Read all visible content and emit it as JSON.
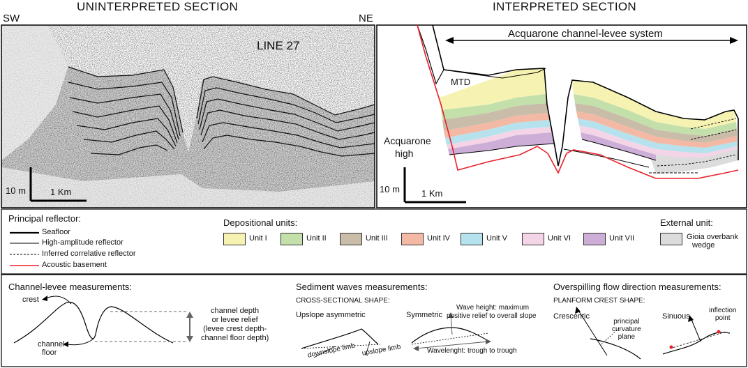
{
  "header": {
    "left_title": "UNINTERPRETED SECTION",
    "right_title": "INTERPRETED SECTION",
    "sw": "SW",
    "ne": "NE"
  },
  "left_panel": {
    "line_label": "LINE 27",
    "scale_v": "10 m",
    "scale_h": "1 Km"
  },
  "right_panel": {
    "system_label": "Acquarone channel-levee system",
    "mtd": "MTD",
    "high_1": "Acquarone",
    "high_2": "high",
    "scale_v": "10 m",
    "scale_h": "1 Km"
  },
  "legend": {
    "reflector_title": "Principal reflector:",
    "reflectors": [
      {
        "label": "Seafloor",
        "color": "#000000",
        "style": "solid-thick"
      },
      {
        "label": "High-amplitude reflector",
        "color": "#000000",
        "style": "solid-thin"
      },
      {
        "label": "Inferred correlative reflector",
        "color": "#000000",
        "style": "dashed"
      },
      {
        "label": "Acoustic basement",
        "color": "#e8202a",
        "style": "solid"
      }
    ],
    "units_title": "Depositional units:",
    "units": [
      {
        "label": "Unit I",
        "color": "#f6f3b2"
      },
      {
        "label": "Unit II",
        "color": "#c3e0ab"
      },
      {
        "label": "Unit III",
        "color": "#c9bca8"
      },
      {
        "label": "Unit IV",
        "color": "#f4b9a4"
      },
      {
        "label": "Unit V",
        "color": "#b6e2ee"
      },
      {
        "label": "Unit VI",
        "color": "#f4d5e8"
      },
      {
        "label": "Unit VII",
        "color": "#ccaed6"
      }
    ],
    "external_title": "External unit:",
    "external_1": "Gioia overbank",
    "external_2": "wedge",
    "external_color": "#dcdcdc"
  },
  "measurements": {
    "channel_title": "Channel-levee measurements:",
    "crest": "crest",
    "channel_floor_1": "channel",
    "channel_floor_2": "floor",
    "depth_lines": [
      "channel depth",
      "or levee relief",
      "(levee crest depth-",
      "channel floor depth)"
    ],
    "waves_title": "Sediment waves measurements:",
    "cross_sectional": "CROSS-SECTIONAL SHAPE:",
    "upslope_asym": "Upslope asymmetric",
    "symmetric": "Symmetric",
    "downslope_limb": "downslope limb",
    "upslope_limb": "upslope limb",
    "wave_height_1": "Wave height: maximum",
    "wave_height_2": "positive relief to overall slope",
    "wavelength": "Wavelenght: trough to trough",
    "flow_title": "Overspilling flow direction measurements:",
    "planform": "PLANFORM CREST SHAPE:",
    "crescentic": "Crescentic",
    "sinuous": "Sinuous",
    "curv_1": "principal",
    "curv_2": "curvature",
    "curv_3": "plane",
    "inflection_1": "inflection",
    "inflection_2": "point"
  }
}
